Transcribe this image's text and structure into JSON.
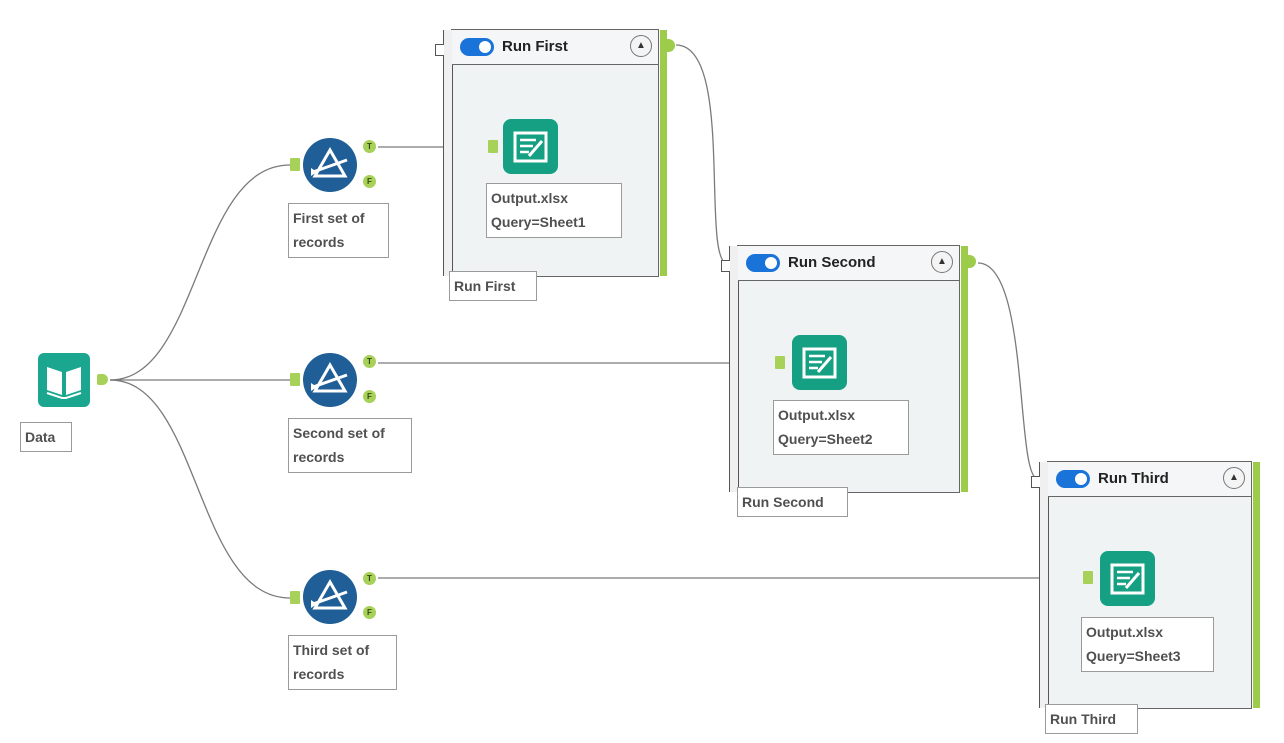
{
  "tools": {
    "data_input": {
      "label": "Data",
      "icon": "book-icon"
    },
    "filters": [
      {
        "label": "First set of\nrecords",
        "true_anchor": "T",
        "false_anchor": "F"
      },
      {
        "label": "Second set of\nrecords",
        "true_anchor": "T",
        "false_anchor": "F"
      },
      {
        "label": "Third set of\nrecords",
        "true_anchor": "T",
        "false_anchor": "F"
      }
    ]
  },
  "containers": [
    {
      "title": "Run First",
      "caption": "Run First",
      "output_label": "Output.xlsx\nQuery=Sheet1"
    },
    {
      "title": "Run Second",
      "caption": "Run Second",
      "output_label": "Output.xlsx\nQuery=Sheet2"
    },
    {
      "title": "Run Third",
      "caption": "Run Third",
      "output_label": "Output.xlsx\nQuery=Sheet3"
    }
  ],
  "collapse_glyph": "▲",
  "colors": {
    "input_tool": "#1aa68f",
    "filter_tool": "#1f5e96",
    "output_tool": "#16a083",
    "anchor": "#a8d15a",
    "toggle_on": "#1a73d9",
    "container_bg": "#eff3f4"
  }
}
